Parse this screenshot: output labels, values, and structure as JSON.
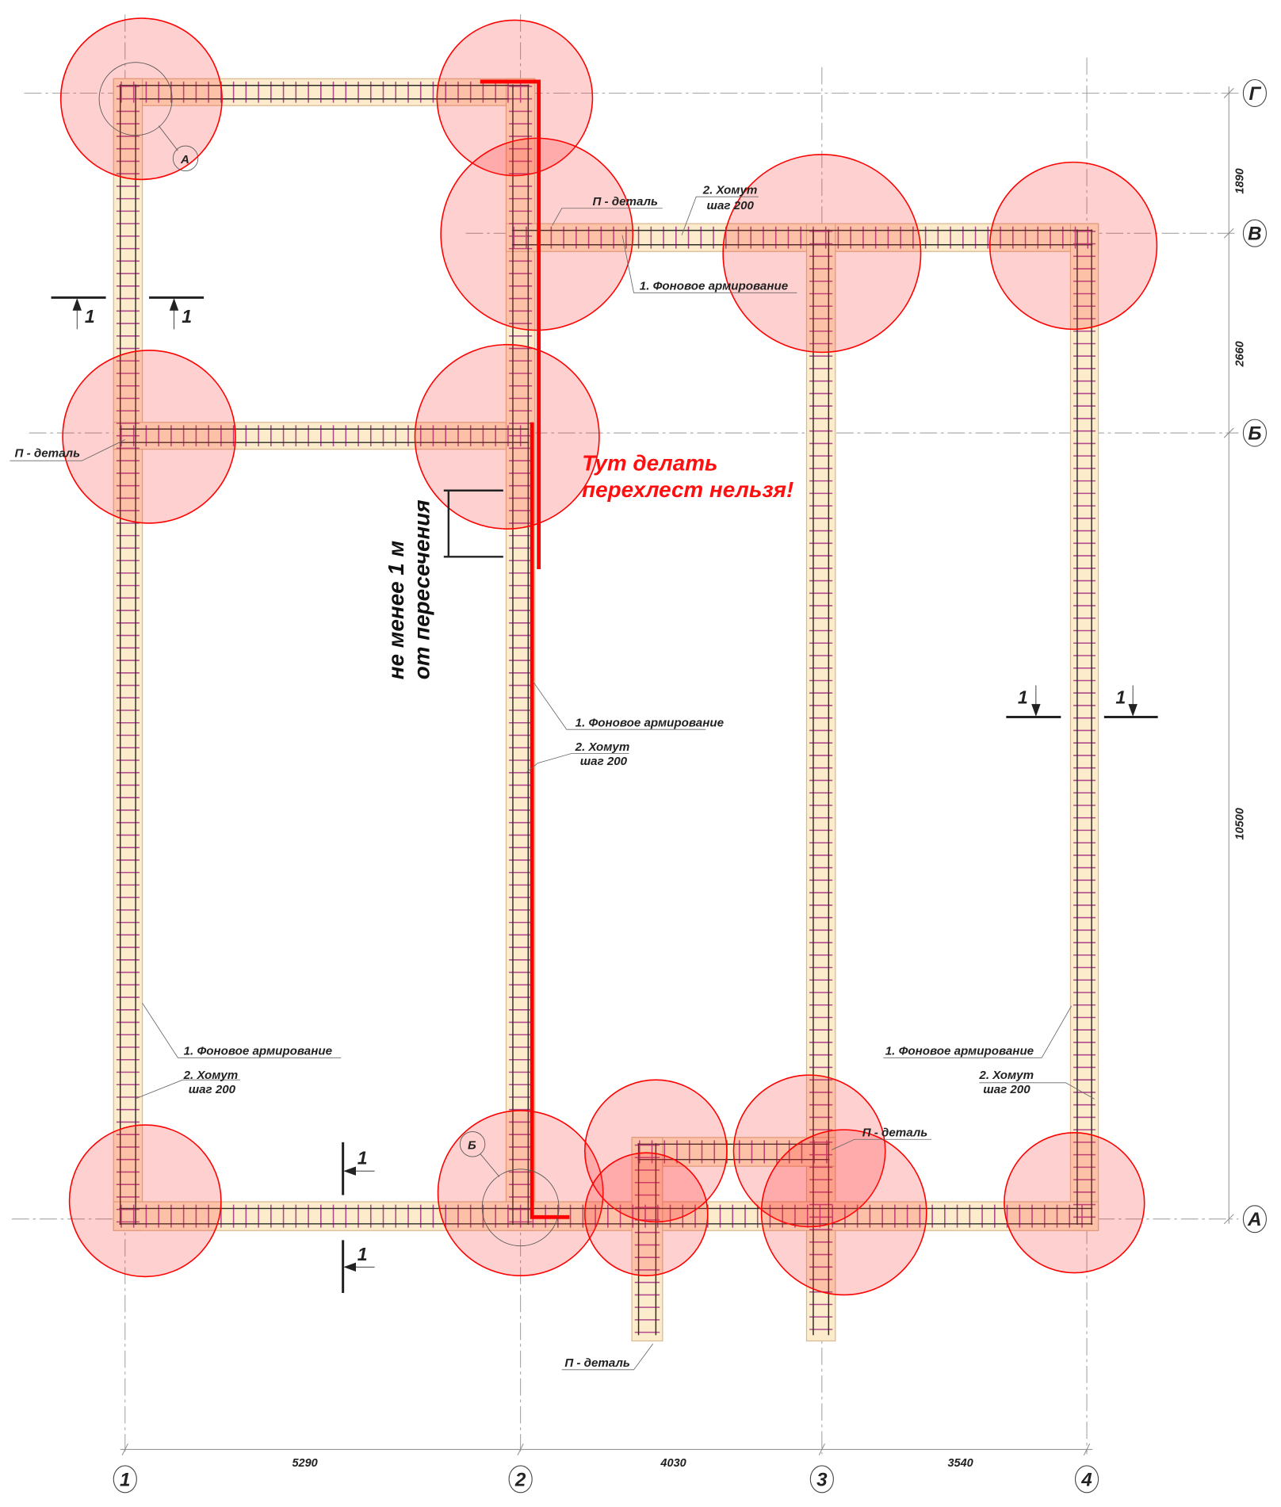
{
  "colors": {
    "wall": "#fdeccb",
    "wall_border": "#d8b890",
    "stirrup": "#b04a8c",
    "rebar": "#2a2a2a",
    "highlight": "#ff0000",
    "highlight_fill": "rgba(255,40,40,0.22)"
  },
  "axes": {
    "v": [
      "1",
      "2",
      "3",
      "4"
    ],
    "h": [
      "Г",
      "В",
      "Б",
      "А"
    ]
  },
  "dimensions": {
    "bottom": [
      "5290",
      "4030",
      "3540"
    ],
    "right": [
      "1890",
      "2660",
      "10500"
    ]
  },
  "labels": {
    "p_detail": "П - деталь",
    "background_rebar": "1. Фоновое армирование",
    "stirrup_line1": "2. Хомут",
    "stirrup_line2": "шаг 200",
    "node_a": "А",
    "node_b": "Б",
    "section": "1"
  },
  "note": {
    "line1": "не менее 1 м",
    "line2": "от пересечения"
  },
  "warning": {
    "line1": "Тут делать",
    "line2": "перехлест нельзя!"
  }
}
